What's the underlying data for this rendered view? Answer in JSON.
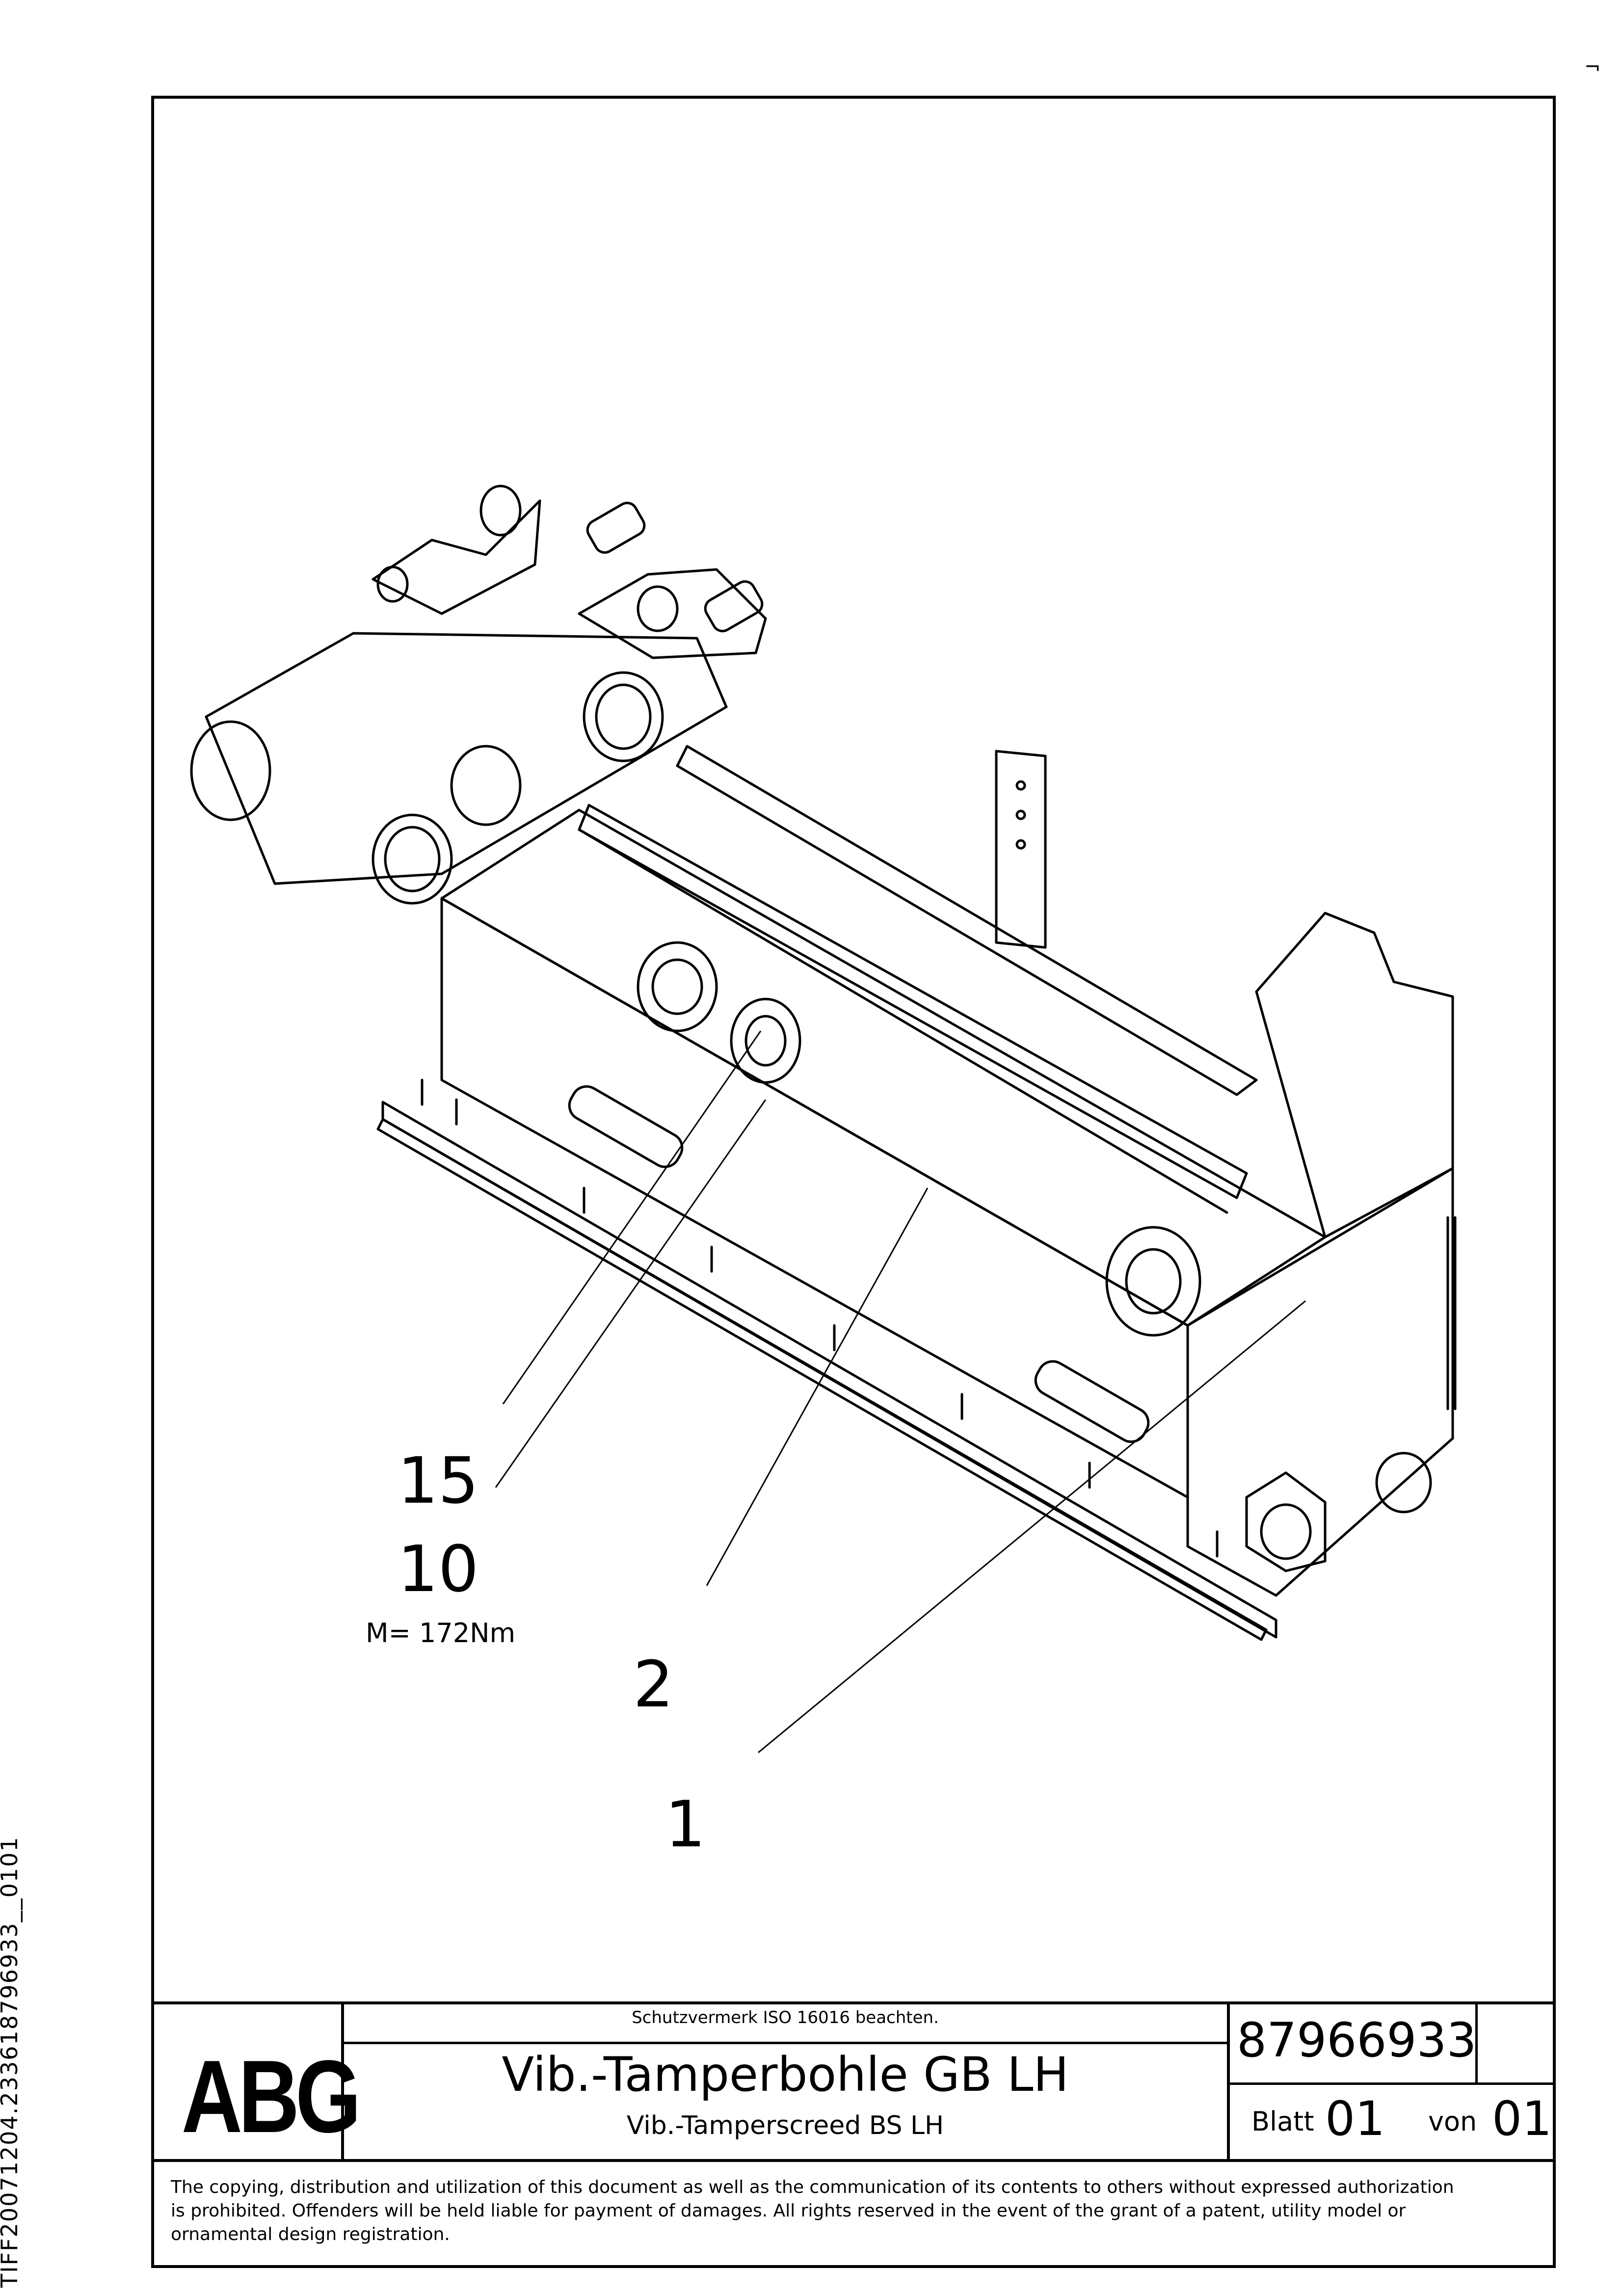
{
  "sidebar_id": "TIFF20071204.233618796933__0101",
  "corner_mark": "¬",
  "callouts": {
    "c15": "15",
    "c10": "10",
    "torque": "M= 172Nm",
    "c2": "2",
    "c1": "1"
  },
  "title_block": {
    "logo": "ABG",
    "protection_note": "Schutzvermerk ISO 16016 beachten.",
    "title_de": "Vib.-Tamperbohle GB LH",
    "title_en": "Vib.-Tamperscreed BS LH",
    "part_number": "87966933",
    "sheet_label": "Blatt",
    "sheet_number": "01",
    "of_label": "von",
    "sheet_total": "01"
  },
  "legal_notice": {
    "line1": "The copying, distribution and utilization of this document as well as the communication of its contents to others without expressed authorization",
    "line2": "is prohibited. Offenders will be held liable for payment of damages. All rights reserved in the event of the grant of a patent, utility model or",
    "line3": "ornamental design registration."
  }
}
